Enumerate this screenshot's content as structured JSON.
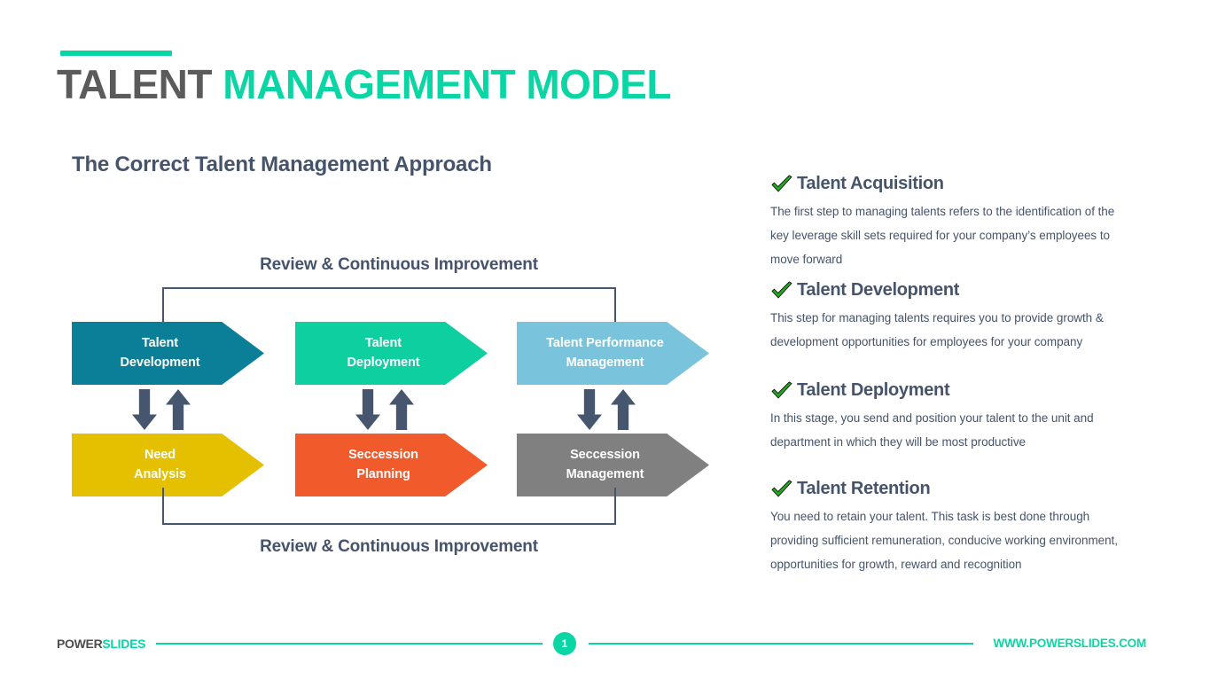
{
  "header": {
    "title_part1": "TALENT ",
    "title_part2": "MANAGEMENT MODEL",
    "subtitle": "The Correct Talent Management Approach"
  },
  "diagram": {
    "loop_label_top": "Review & Continuous Improvement",
    "loop_label_bottom": "Review & Continuous Improvement",
    "top_row": [
      {
        "label": "Talent\nDevelopment",
        "color": "#0b7e98"
      },
      {
        "label": "Talent\nDeployment",
        "color": "#0dcf9f"
      },
      {
        "label": "Talent Performance\nManagement",
        "color": "#79c4dc"
      }
    ],
    "bottom_row": [
      {
        "label": "Need\nAnalysis",
        "color": "#e5c000"
      },
      {
        "label": "Seccession\nPlanning",
        "color": "#f15a2b"
      },
      {
        "label": "Seccession\nManagement",
        "color": "#808080"
      }
    ],
    "connector_color": "#46566e",
    "exchange_arrow_icons": [
      "arrow-down-icon",
      "arrow-up-icon"
    ]
  },
  "notes": [
    {
      "icon": "check-icon",
      "title": "Talent Acquisition",
      "body": "The first step to managing talents refers to the identification of the key leverage skill sets required for your company’s employees to move forward"
    },
    {
      "icon": "check-icon",
      "title": "Talent Development",
      "body": "This step for managing talents requires you to provide growth & development opportunities for employees for your company"
    },
    {
      "icon": "check-icon",
      "title": "Talent Deployment",
      "body": "In this stage, you send and position your talent to the unit and department in which they will be most productive"
    },
    {
      "icon": "check-icon",
      "title": "Talent Retention",
      "body": "You need to retain your talent. This task is best done through providing sufficient remuneration, conducive working environment, opportunities for growth, reward and recognition"
    }
  ],
  "footer": {
    "brand_part1": "POWER",
    "brand_part2": "SLIDES",
    "page_number": "1",
    "url": "WWW.POWERSLIDES.COM"
  },
  "colors": {
    "accent": "#0ad6a5",
    "ink": "#46546b",
    "title_dark": "#5b5b5b",
    "check_green": "#22a81e"
  }
}
